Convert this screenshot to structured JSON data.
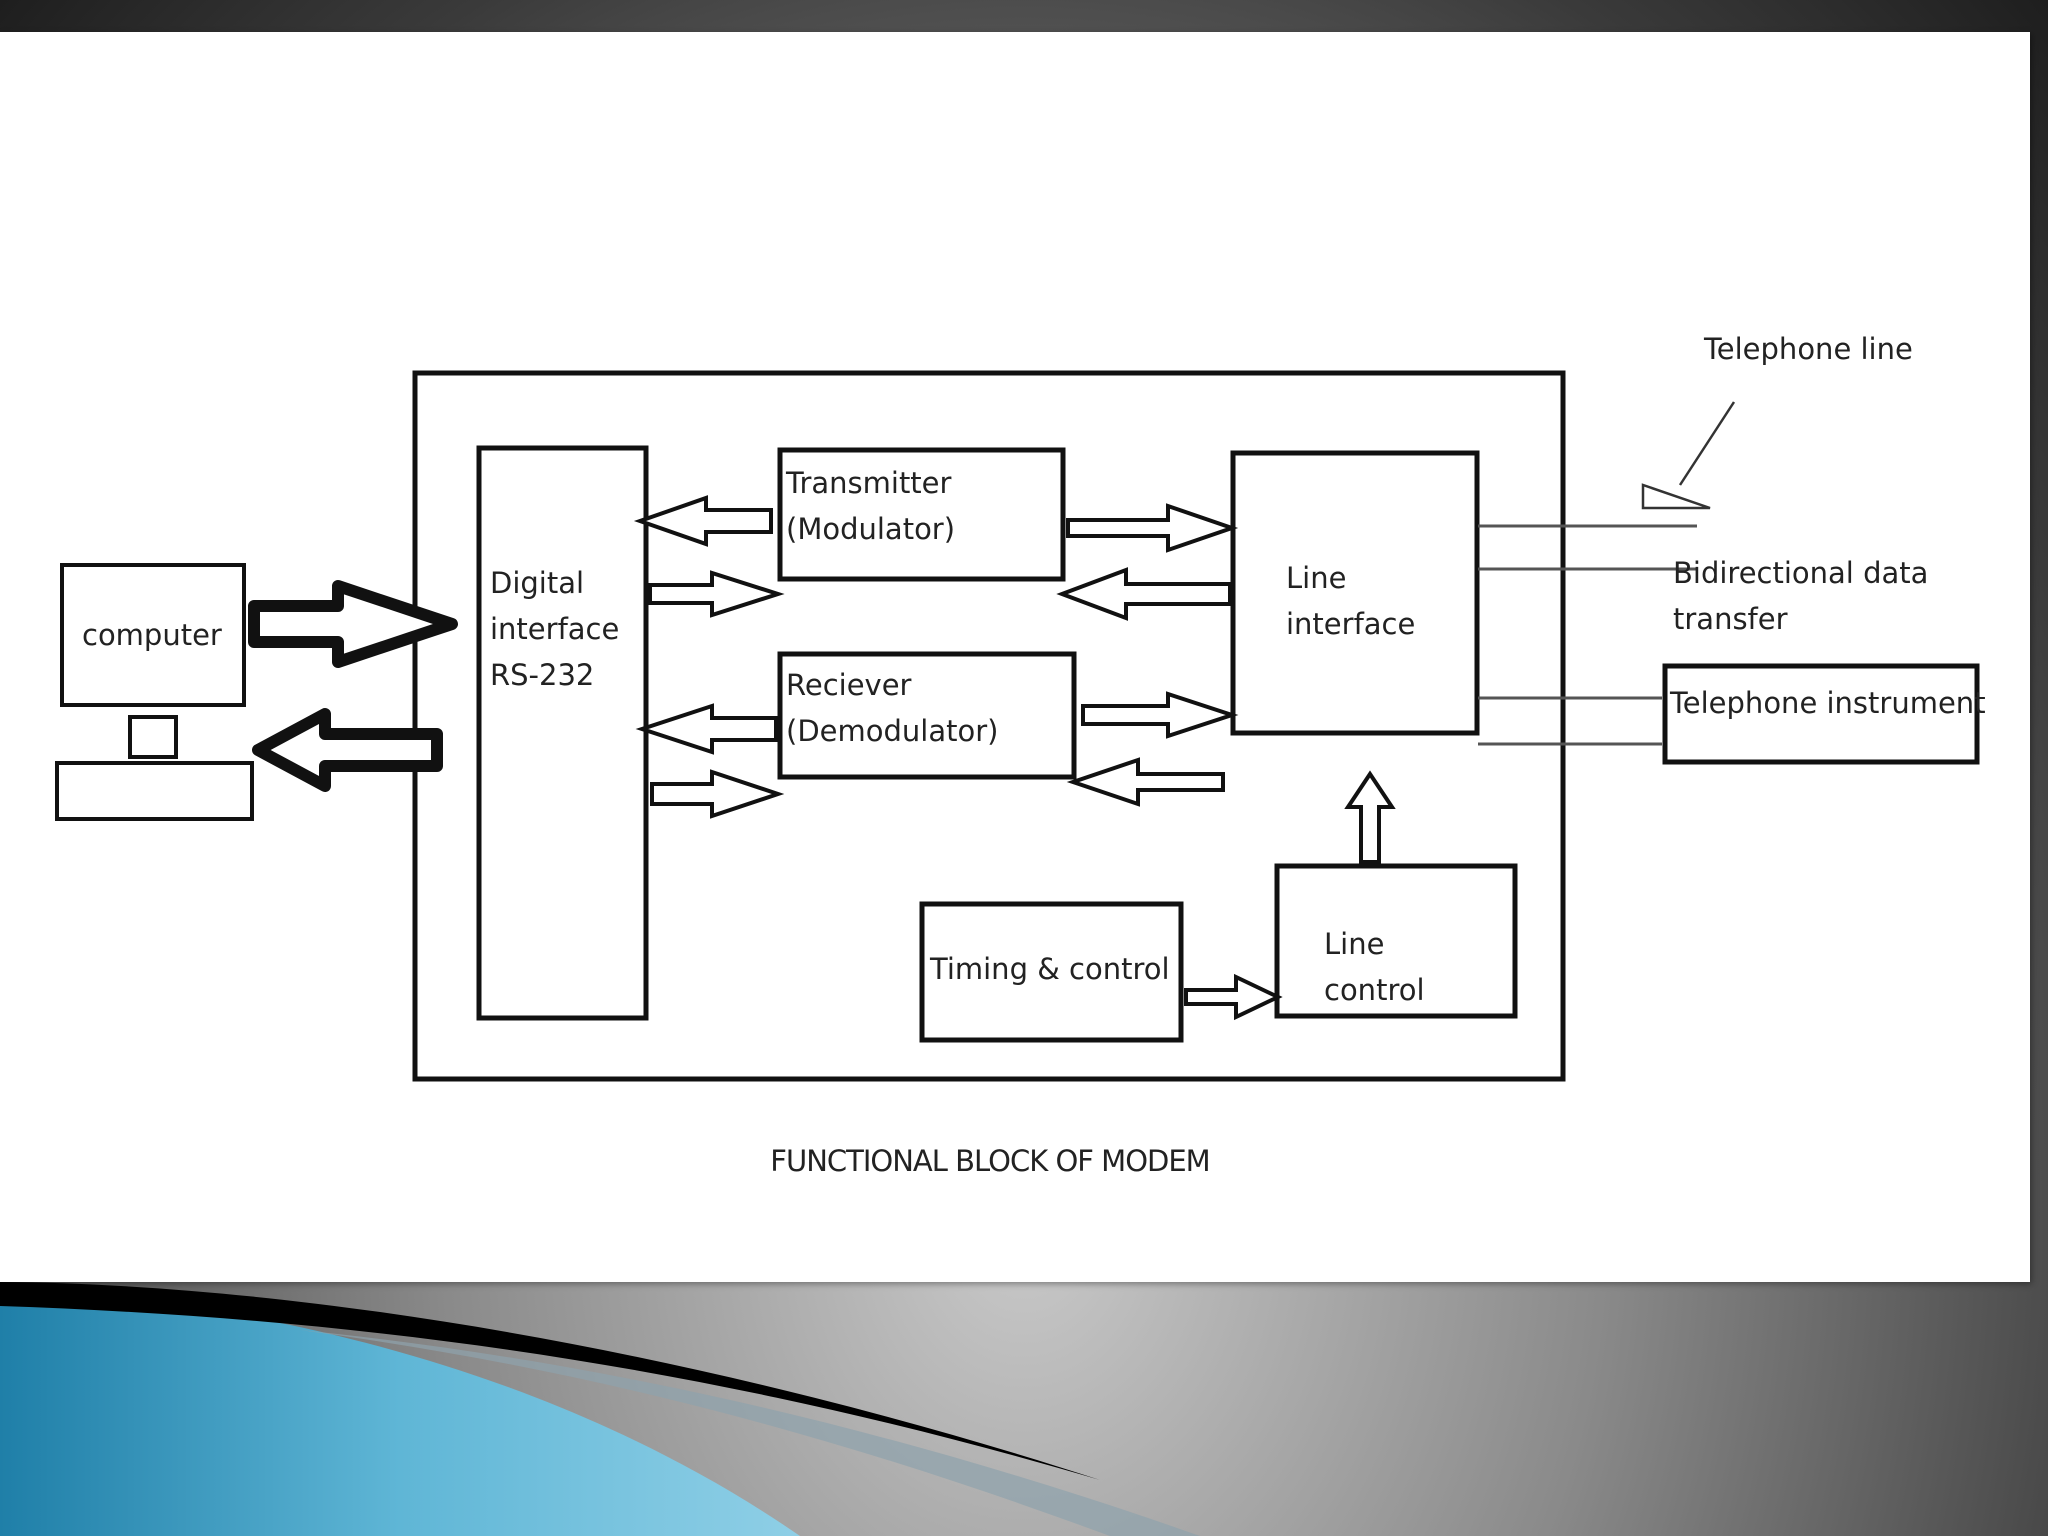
{
  "diagram": {
    "computer_label": "computer",
    "digital_interface_label": "Digital\ninterface\nRS-232",
    "transmitter_label": "Transmitter\n(Modulator)",
    "receiver_label": "Reciever\n(Demodulator)",
    "line_interface_label": "Line\ninterface",
    "timing_label": "Timing & control",
    "line_control_label": "Line\ncontrol",
    "telephone_line_label": "Telephone line",
    "bidirectional_label": "Bidirectional data\ntransfer",
    "telephone_instrument_label": "Telephone instrument",
    "caption": "FUNCTIONAL BLOCK OF MODEM"
  },
  "colors": {
    "panel_bg": "#ffffff",
    "line": "#111111",
    "wave_light": "#5fb6d6",
    "wave_dark": "#000000"
  }
}
